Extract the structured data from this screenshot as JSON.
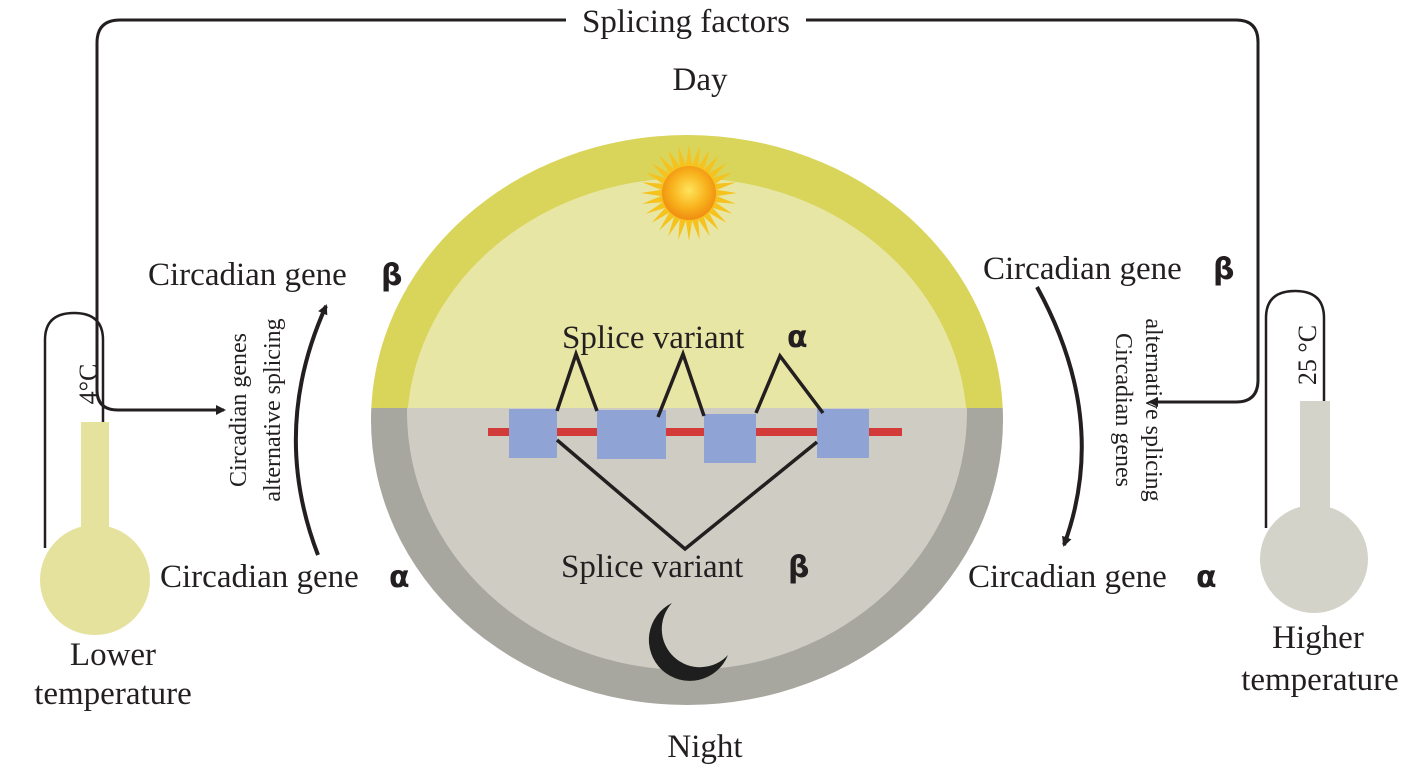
{
  "labels": {
    "splicing_factors": "Splicing factors",
    "day": "Day",
    "night": "Night",
    "splice_variant_alpha_text": "Splice variant",
    "splice_variant_alpha_symbol": "α",
    "splice_variant_beta_text": "Splice variant",
    "splice_variant_beta_symbol": "β",
    "left_gene_beta_text": "Circadian gene",
    "left_gene_beta_symbol": "β",
    "left_gene_alpha_text": "Circadian gene",
    "left_gene_alpha_symbol": "α",
    "right_gene_beta_text": "Circadian gene",
    "right_gene_beta_symbol": "β",
    "right_gene_alpha_text": "Circadian gene",
    "right_gene_alpha_symbol": "α",
    "left_splicing_line1": "Circadian genes",
    "left_splicing_line2": "alternative splicing",
    "right_splicing_line1": "Circadian genes",
    "right_splicing_line2": "alternative splicing",
    "left_temp_value": "4°C",
    "right_temp_value": "25 °C",
    "lower_temp_line1": "Lower",
    "lower_temp_line2": "temperature",
    "higher_temp_line1": "Higher",
    "higher_temp_line2": "temperature"
  },
  "colors": {
    "day_outer": "#d9d45a",
    "day_inner": "#e8e6a4",
    "night_outer": "#a7a69f",
    "night_inner": "#cfcdc3",
    "exon": "#8fa4d4",
    "intron_line": "#d33a3a",
    "lines": "#231f20",
    "cold_thermometer": "#e5e29e",
    "warm_thermometer": "#d4d3c9",
    "sun_core": "#f7a21b",
    "sun_rays": "#f6c21d"
  }
}
